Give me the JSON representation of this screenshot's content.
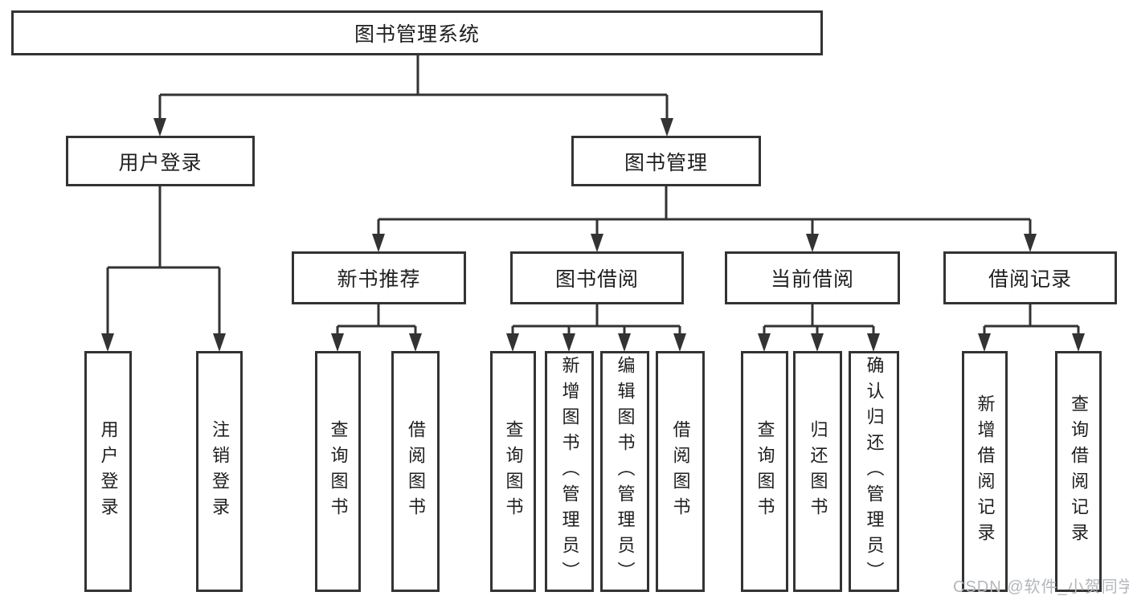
{
  "diagram_title": "图书管理系统",
  "tree": {
    "root": {
      "label": "图书管理系统"
    },
    "branches": [
      {
        "label": "用户登录",
        "children": [
          {
            "label": "用户登录"
          },
          {
            "label": "注销登录"
          }
        ]
      },
      {
        "label": "图书管理",
        "children": [
          {
            "label": "新书推荐",
            "children": [
              {
                "label": "查询图书"
              },
              {
                "label": "借阅图书"
              }
            ]
          },
          {
            "label": "图书借阅",
            "children": [
              {
                "label": "查询图书"
              },
              {
                "label": "新增图书（管理员）"
              },
              {
                "label": "编辑图书（管理员）"
              },
              {
                "label": "借阅图书"
              }
            ]
          },
          {
            "label": "当前借阅",
            "children": [
              {
                "label": "查询图书"
              },
              {
                "label": "归还图书"
              },
              {
                "label": "确认归还（管理员）"
              }
            ]
          },
          {
            "label": "借阅记录",
            "children": [
              {
                "label": "新增借阅记录"
              },
              {
                "label": "查询借阅记录"
              }
            ]
          }
        ]
      }
    ]
  },
  "watermark": {
    "text": "CSDN @软件_小贺同学"
  },
  "colors": {
    "line": "#333333",
    "box_border": "#333333",
    "box_fill": "#ffffff",
    "text": "#1f1f1f",
    "watermark": "#b3b6bb",
    "background": "#ffffff"
  }
}
